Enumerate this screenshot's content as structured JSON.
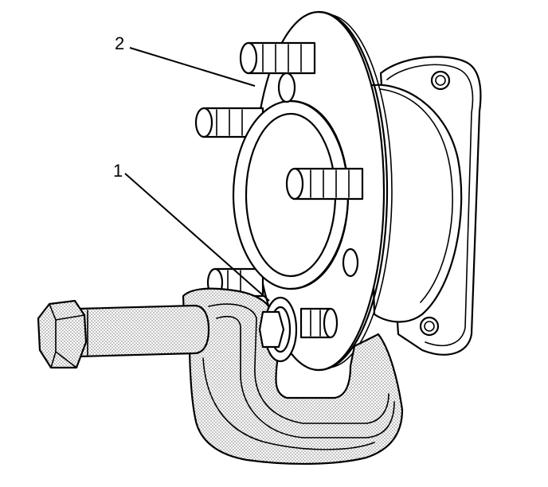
{
  "callouts": [
    {
      "id": "1",
      "label": "1"
    },
    {
      "id": "2",
      "label": "2"
    }
  ],
  "colors": {
    "line": "#000000",
    "background": "#ffffff",
    "stipple": "#8a8a8a"
  }
}
